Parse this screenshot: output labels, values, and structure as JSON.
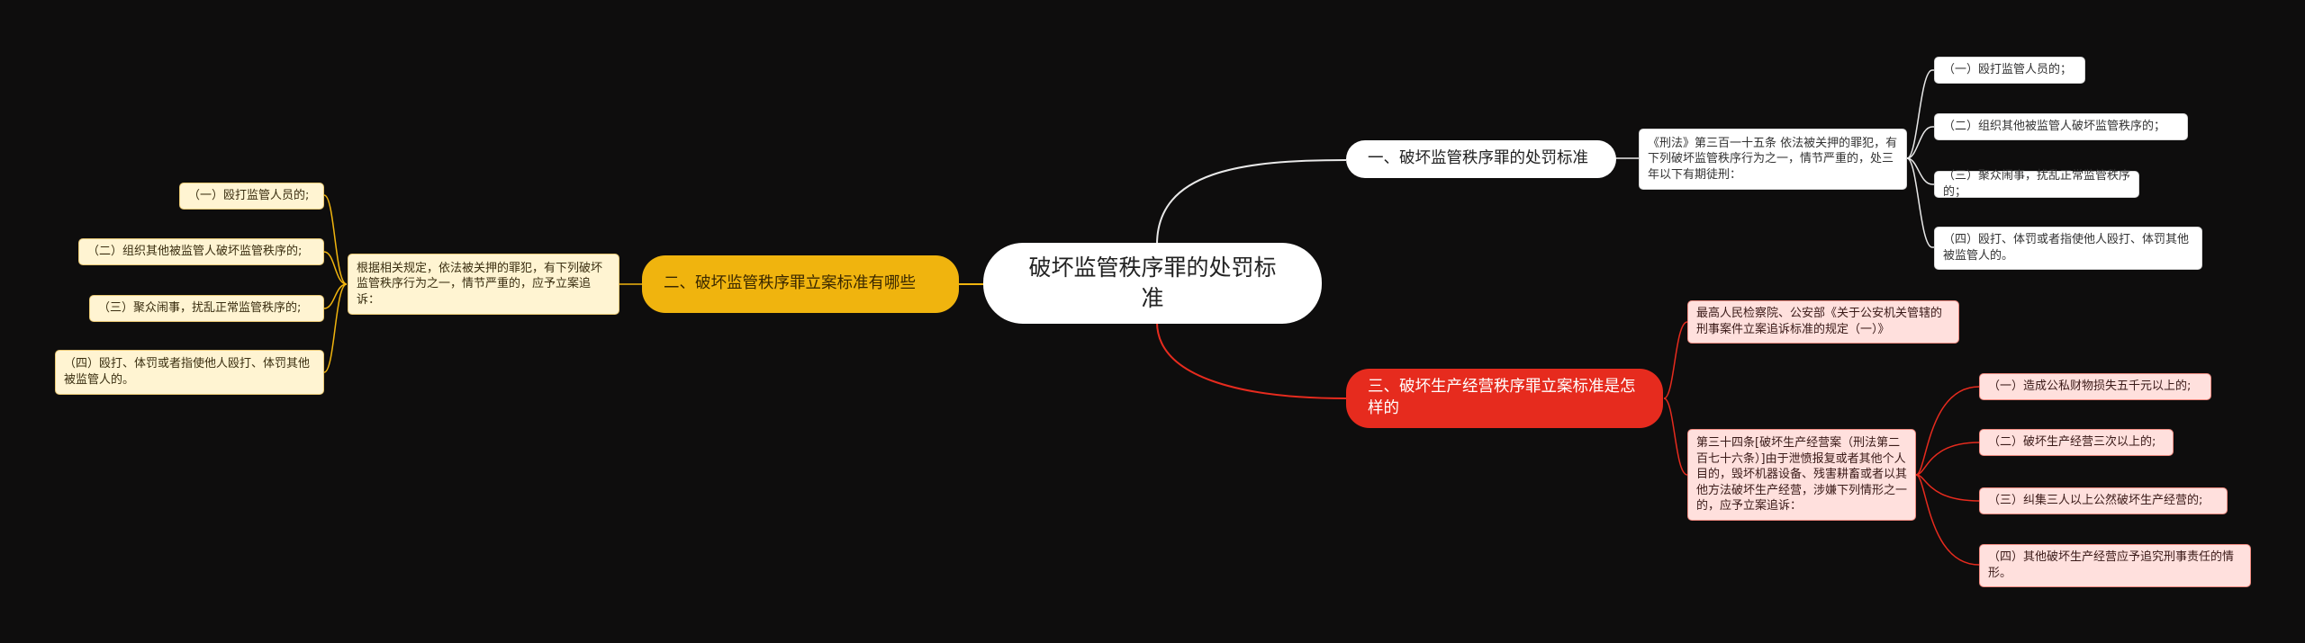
{
  "colors": {
    "background": "#0e0d0d",
    "branch1_line": "#e8e8e8",
    "branch2_line": "#f0b40e",
    "branch3_line": "#e62b1e"
  },
  "root": {
    "label": "破坏监管秩序罪的处罚标准"
  },
  "branch1": {
    "label": "一、破坏监管秩序罪的处罚标准",
    "detail": "《刑法》第三百一十五条 依法被关押的罪犯，有下列破坏监管秩序行为之一，情节严重的，处三年以下有期徒刑：",
    "items": [
      "（一）殴打监管人员的；",
      "（二）组织其他被监管人破坏监管秩序的；",
      "（三）聚众闹事，扰乱正常监管秩序的；",
      "（四）殴打、体罚或者指使他人殴打、体罚其他被监管人的。"
    ]
  },
  "branch2": {
    "label": "二、破坏监管秩序罪立案标准有哪些",
    "detail": "根据相关规定，依法被关押的罪犯，有下列破坏监管秩序行为之一，情节严重的，应予立案追诉：",
    "items": [
      "（一）殴打监管人员的;",
      "（二）组织其他被监管人破坏监管秩序的;",
      "（三）聚众闹事，扰乱正常监管秩序的;",
      "（四）殴打、体罚或者指使他人殴打、体罚其他被监管人的。"
    ]
  },
  "branch3": {
    "label": "三、破坏生产经营秩序罪立案标准是怎样的",
    "source": "最高人民检察院、公安部《关于公安机关管辖的刑事案件立案追诉标准的规定（一）》",
    "detail": "第三十四条[破坏生产经营案（刑法第二百七十六条）]由于泄愤报复或者其他个人目的，毁坏机器设备、残害耕畜或者以其他方法破坏生产经营，涉嫌下列情形之一的，应予立案追诉：",
    "items": [
      "（一）造成公私财物损失五千元以上的;",
      "（二）破坏生产经营三次以上的;",
      "（三）纠集三人以上公然破坏生产经营的;",
      "（四）其他破坏生产经营应予追究刑事责任的情形。"
    ]
  }
}
